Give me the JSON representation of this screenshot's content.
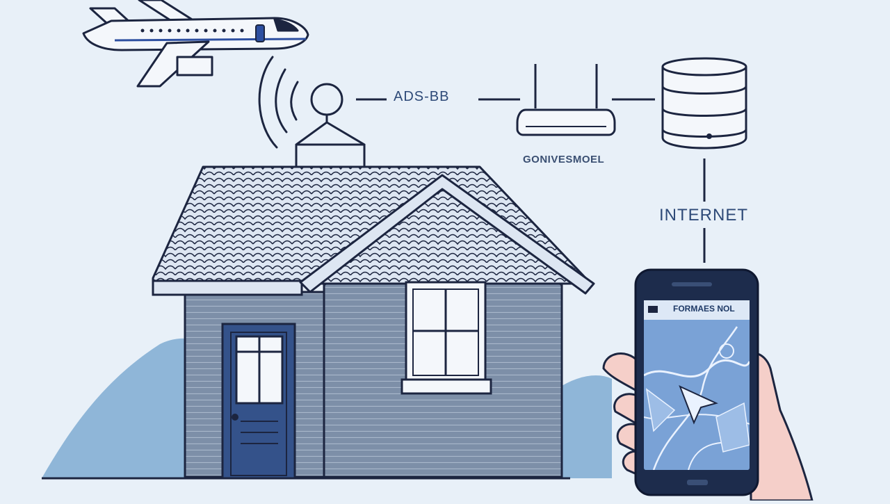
{
  "labels": {
    "adsb": "ADS-BB",
    "receiver": "GONIVESMOEL",
    "internet": "INTERNET",
    "app_header": "FORMAES  NOL"
  },
  "colors": {
    "background": "#e8f0f8",
    "outline": "#1c2540",
    "house_siding": "#7d8fa8",
    "roof": "#dde6f2",
    "door": "#34528a",
    "hill": "#8fb6d8",
    "phone_body": "#1d2c4c",
    "hand": "#f5cfc9"
  },
  "icons": {
    "airplane": "airplane-icon",
    "antenna": "antenna-icon",
    "signal": "signal-waves-icon",
    "router": "router-icon",
    "server": "database-icon",
    "phone": "smartphone-icon",
    "hand": "hand-icon",
    "house": "house-icon"
  }
}
